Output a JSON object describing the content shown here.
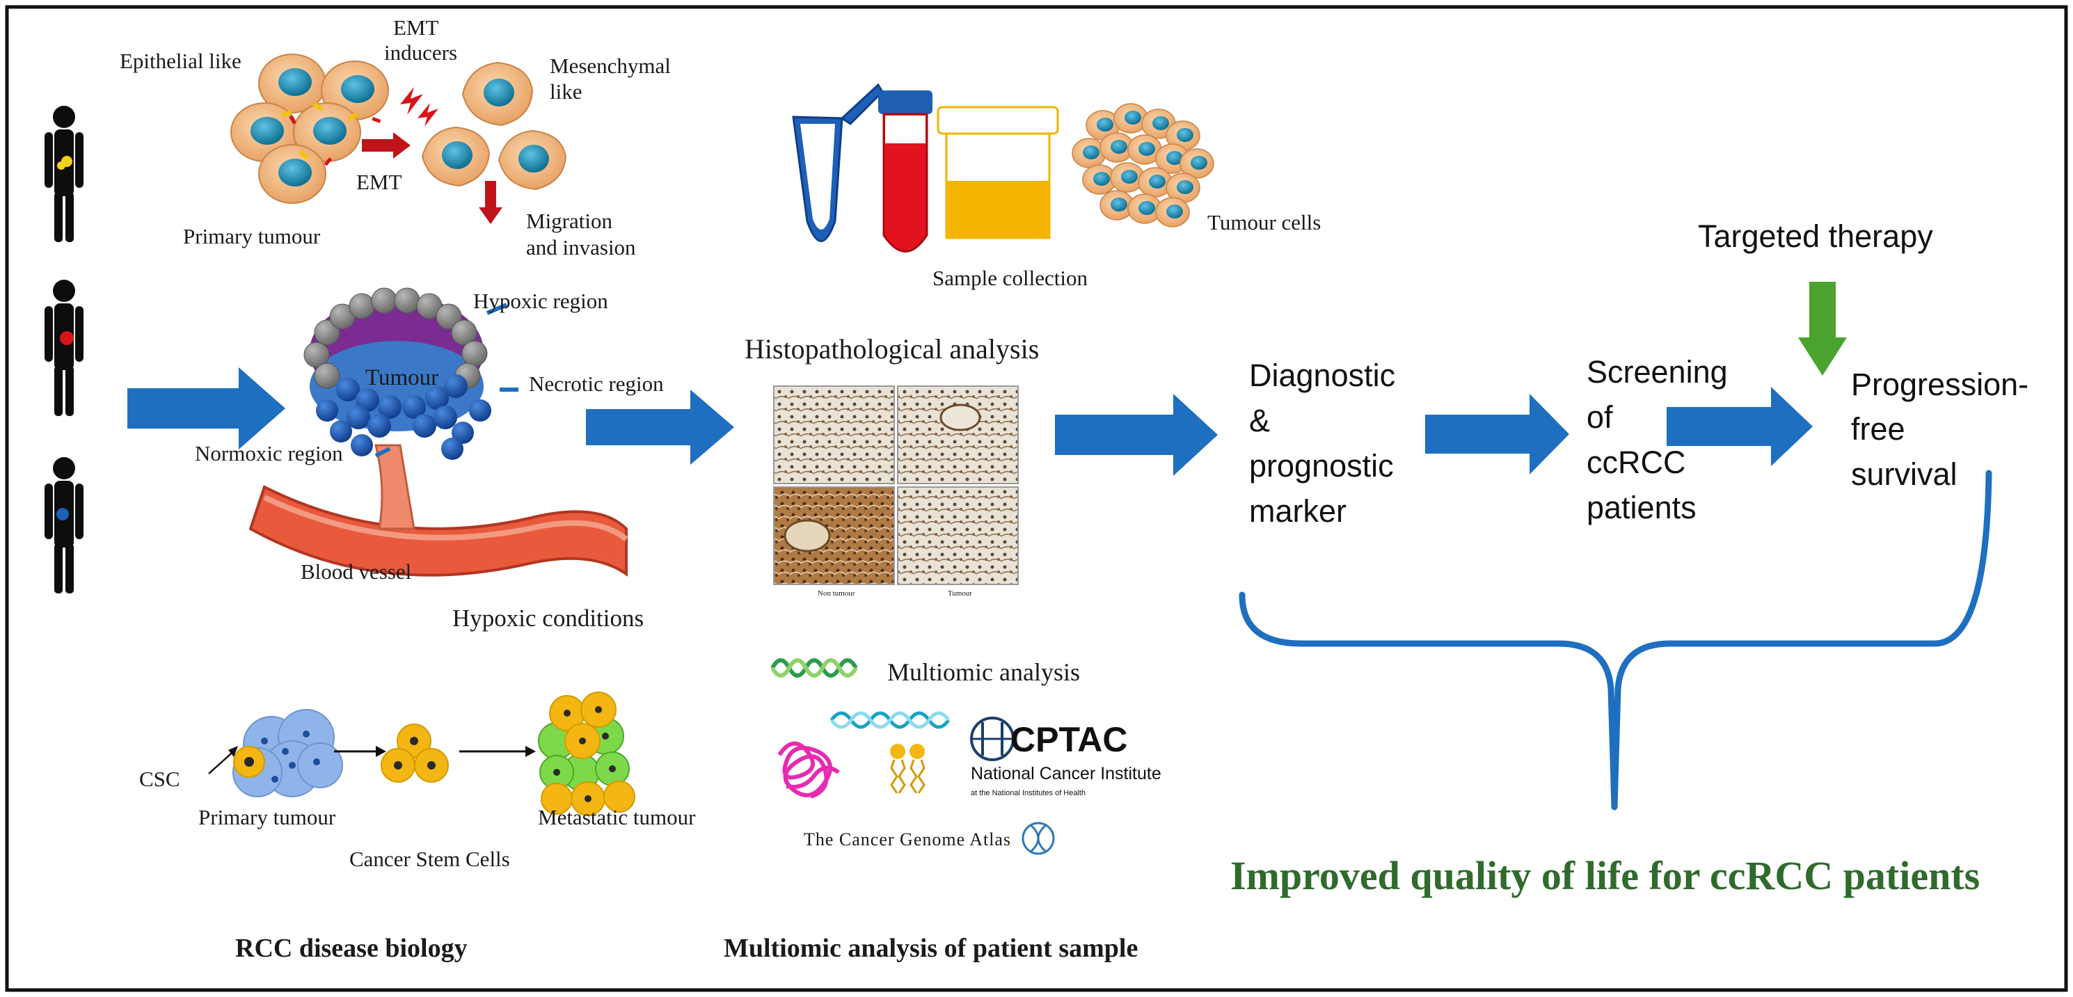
{
  "colors": {
    "frame": "#111111",
    "arrow_blue": "#1e6fc0",
    "green_arrow": "#4aa32f",
    "red_arrow": "#c0141a",
    "outcome_text": "#2f6b2c",
    "cell_orange": "#f0b57a",
    "cell_nucleus": "#1b8cb3"
  },
  "emt": {
    "epithelial": "Epithelial like",
    "inducers_1": "EMT",
    "inducers_2": "inducers",
    "mesenchymal_1": "Mesenchymal",
    "mesenchymal_2": "like",
    "emt_label": "EMT",
    "primary": "Primary tumour",
    "migration_1": "Migration",
    "migration_2": "and invasion"
  },
  "tumour": {
    "hypoxic": "Hypoxic region",
    "tumour": "Tumour",
    "necrotic": "Necrotic region",
    "normoxic": "Normoxic region",
    "vessel": "Blood vessel",
    "conditions": "Hypoxic conditions"
  },
  "csc": {
    "csc": "CSC",
    "primary": "Primary tumour",
    "metastatic": "Metastatic tumour",
    "title": "Cancer Stem Cells"
  },
  "sample": {
    "tumour_cells": "Tumour cells",
    "collection": "Sample collection",
    "histo": "Histopathological analysis",
    "panel_a": "Non tumour",
    "panel_b": "Tumour"
  },
  "multiomic": {
    "label": "Multiomic analysis",
    "cptac": "CPTAC",
    "nci": "National Cancer Institute",
    "nih": "at the National Institutes of Health",
    "tcga": "The Cancer Genome Atlas"
  },
  "flow": {
    "diag_1": "Diagnostic",
    "diag_2": "&",
    "diag_3": "prognostic",
    "diag_4": "marker",
    "screen_1": "Screening",
    "screen_2": "of",
    "screen_3": "ccRCC",
    "screen_4": "patients",
    "targeted": "Targeted therapy",
    "pfs_1": "Progression-",
    "pfs_2": "free",
    "pfs_3": "survival"
  },
  "outcome": "Improved quality of life for ccRCC patients",
  "captions": {
    "left": "RCC disease biology",
    "middle": "Multiomic analysis of patient sample"
  }
}
